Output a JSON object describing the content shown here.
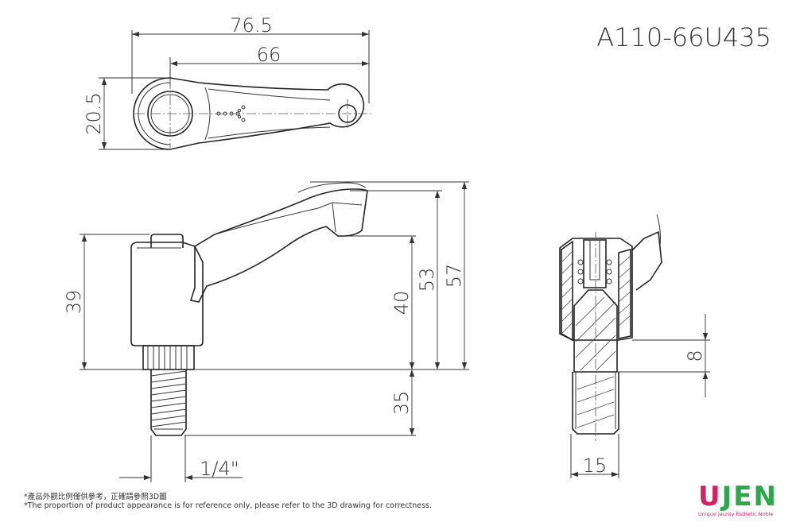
{
  "part_number": "A110-66U435",
  "dimensions": {
    "overall_length": "76.5",
    "handle_length": "66",
    "hub_width": "20.5",
    "body_height": "39",
    "height_to_lever_bottom": "40",
    "height_to_lever_top": "53",
    "overall_height": "57",
    "thread_length": "35",
    "thread_size": "1/4\"",
    "side_width": "15",
    "insert_depth": "8"
  },
  "notes": {
    "zh": "*產品外觀比例僅供參考，正確請參照3D圖",
    "en": "*The proportion of product appearance is for reference only, please refer to the 3D drawing for correctness."
  },
  "brand": {
    "name_first": "U",
    "name_rest": "JEN",
    "tagline": "Unique Jaunty Esthetic Noble",
    "primary_color": "#d61f5c",
    "secondary_color": "#2aa84a"
  }
}
